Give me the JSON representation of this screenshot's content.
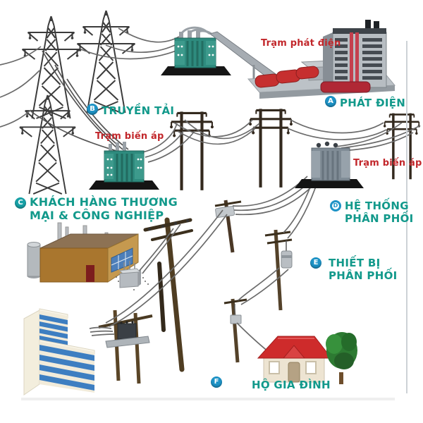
{
  "figure": {
    "background": "#ffffff",
    "colors": {
      "stage_text": "#12998b",
      "station_text": "#c2272b",
      "badge_blue": "#1e93c6",
      "badge_teal": "#18a1a7",
      "roof_red": "#ce2b2b",
      "transformer_teal": "#2e8b7e",
      "window_blue": "#3d7ec1"
    },
    "stations": {
      "generating": "Trạm phát điện",
      "stepup": "Trạm biến áp",
      "stepdown": "Trạm biến áp"
    },
    "stages": [
      {
        "letter": "A",
        "lines": [
          "PHÁT ĐIỆN"
        ]
      },
      {
        "letter": "B",
        "lines": [
          "TRUYỀN TẢI"
        ]
      },
      {
        "letter": "C",
        "lines": [
          "KHÁCH HÀNG THƯƠNG",
          "MẠI & CÔNG NGHIỆP"
        ]
      },
      {
        "letter": "D",
        "lines": [
          "HỆ THỐNG",
          "PHÂN PHỐI"
        ]
      },
      {
        "letter": "E",
        "lines": [
          "THIẾT BỊ",
          "PHÂN PHỐI"
        ]
      },
      {
        "letter": "F",
        "lines": [
          "HỘ GIA ĐÌNH"
        ]
      }
    ]
  }
}
